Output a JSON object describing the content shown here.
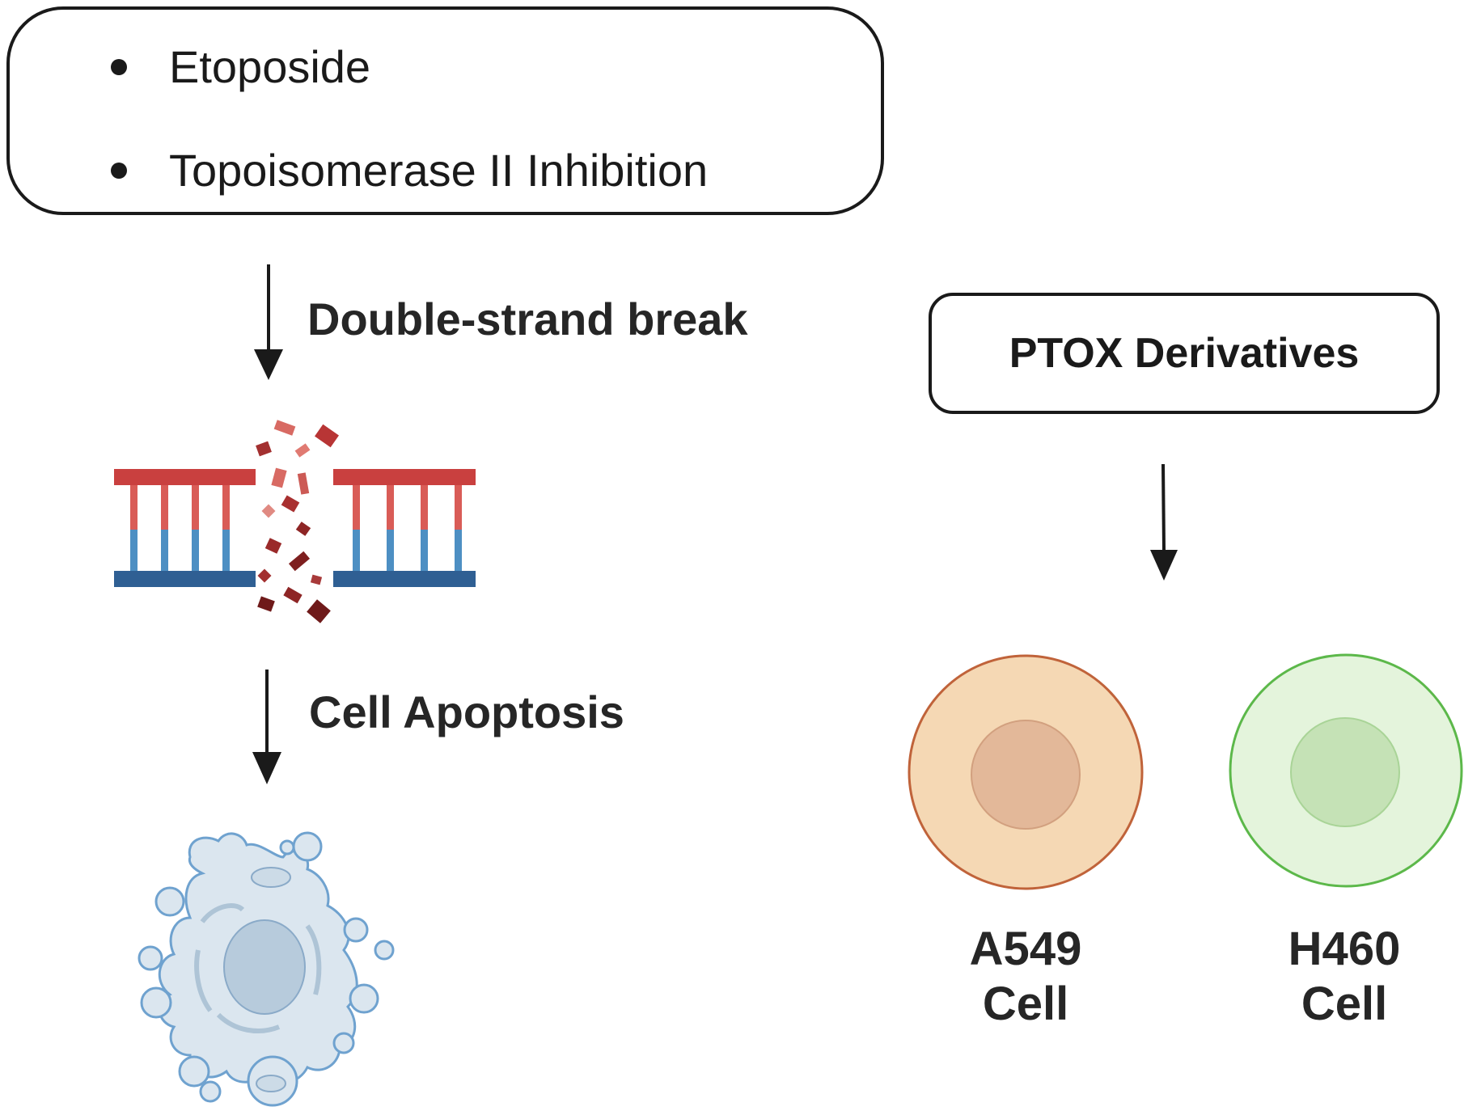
{
  "mechanism": {
    "bullets": [
      "Etoposide",
      "Topoisomerase II Inhibition"
    ],
    "step1_label": "Double-strand break",
    "step2_label": "Cell Apoptosis"
  },
  "ptox": {
    "label": "PTOX Derivatives",
    "cells": [
      {
        "line1": "A549",
        "line2": "Cell",
        "fill": "#f5d8b4",
        "stroke": "#c0633a",
        "nucleus": "#e3b899"
      },
      {
        "line1": "H460",
        "line2": "Cell",
        "fill": "#e4f4dc",
        "stroke": "#5cb84a",
        "nucleus": "#c5e2b6"
      }
    ]
  },
  "colors": {
    "dna_red": "#c9403f",
    "dna_blue": "#3e7fb3",
    "dna_fragment": "#8e2525",
    "apoptotic_cell_fill": "#dbe6ef",
    "apoptotic_cell_stroke": "#6fa2cf",
    "arrow": "#1a1a1a"
  }
}
